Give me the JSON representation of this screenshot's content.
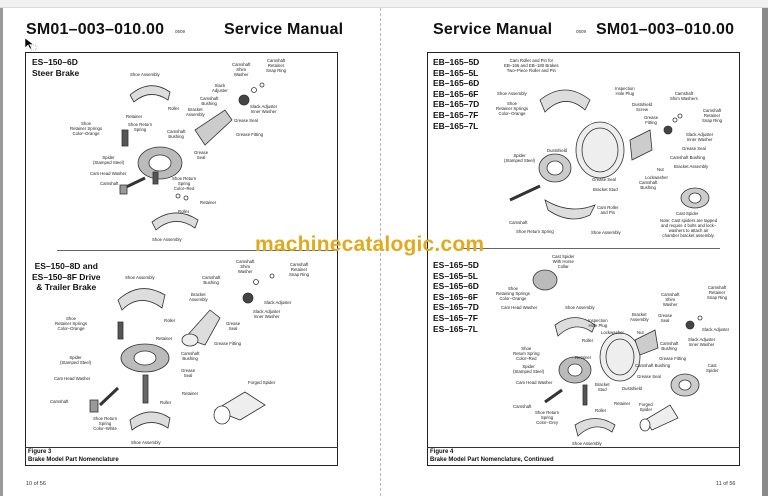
{
  "left_page": {
    "doc_number": "SM01–003–010.00",
    "revision": "0509",
    "title": "Service Manual",
    "figure_top": {
      "models": "ES–150–6D\nSteer Brake",
      "labels": [
        "Shoe Assembly",
        "Camshaft\nShim\nWasher",
        "Camshaft\nRetainer\nSnap Ring",
        "Slack\nAdjuster",
        "Camshaft\nBushing",
        "Bracket\nAssembly",
        "Roller",
        "Retainer",
        "Slack Adjuster\nInner Washer",
        "Grease Seal",
        "Shoe\nRetainer Springs\nColor–Orange",
        "Shoe Return\nSpring",
        "Camshaft\nBushing",
        "Grease Fitting",
        "Grease\nSeal",
        "Spider\n(Stamped Steel)",
        "Cam Head Washer",
        "Camshaft",
        "Shoe Return\nSpring\nColor–Red",
        "Retainer",
        "Roller",
        "Shoe Assembly"
      ]
    },
    "figure_bottom": {
      "models": "ES–150–8D and\nES–150–8F Drive\n& Trailer Brake",
      "labels": [
        "Shoe Assembly",
        "Camshaft\nShim\nWasher",
        "Camshaft\nRetainer\nSnap Ring",
        "Camshaft\nBushing",
        "Bracket\nAssembly",
        "Slack Adjuster",
        "Slack Adjuster\nInner Washer",
        "Shoe\nRetainer Springs\nColor–Orange",
        "Roller",
        "Grease\nSeal",
        "Retainer",
        "Grease Fitting",
        "Camshaft\nBushing",
        "Spider\n(Stamped Steel)",
        "Grease\nSeal",
        "Cam Head Washer",
        "Forged Spider",
        "Retainer",
        "Camshaft",
        "Roller",
        "Shoe Return\nSpring\nColor–White",
        "Shoe Assembly"
      ]
    },
    "caption_number": "Figure 3",
    "caption_title": "Brake Model Part Nomenclature",
    "page_number": "10 of 56"
  },
  "right_page": {
    "title": "Service Manual",
    "revision": "0509",
    "doc_number": "SM01–003–010.00",
    "figure_top": {
      "models": "EB–165–5D\nEB–165–5L\nEB–165–6D\nEB–165–6F\nEB–165–7D\nEB–165–7F\nEB–165–7L",
      "labels": [
        "Cam Roller and Pin for\nEB–166 and EB–180 Brakes\nTwo–Piece Roller and Pin",
        "Shoe Assembly",
        "Inspection\nHole Plug",
        "Camshaft\nShim Washers",
        "Shoe\nRetainer Springs\nColor–Orange",
        "Dustshield\nScrew",
        "Camshaft\nRetainer\nSnap Ring",
        "Grease\nFitting",
        "Slack Adjuster\nInner Washer",
        "Dustshield",
        "Grease Seal",
        "Spider\n(Stamped Steel)",
        "Camshaft Bushing",
        "Bracket Assembly",
        "Nut",
        "Lockwasher",
        "Grease Seal",
        "Camshaft\nBushing",
        "Bracket Stud",
        "Cast Spider",
        "Cam Roller\nand Pin",
        "Camshaft",
        "Shoe Return Spring",
        "Shoe Assembly"
      ],
      "note": "Note: Cast spiders are tapped\nand require 4 bolts and lock–\nwashers to attach air\nchamber bracket assembly."
    },
    "figure_bottom": {
      "models": "ES–165–5D\nES–165–5L\nES–165–6D\nES–165–6F\nES–165–7D\nES–165–7F\nES–165–7L",
      "labels": [
        "Cast Spider\nWith Horse\nCollar",
        "Shoe\nRetaining Springs\nColor–Orange",
        "Camshaft\nRetainer\nSnap Ring",
        "Cam Head Washer",
        "Shoe Assembly",
        "Camshaft\nShim\nWasher",
        "Bracket\nAssembly",
        "Grease\nSeal",
        "Inspection\nHole Plug",
        "Lockwasher",
        "Nut",
        "Slack Adjuster",
        "Camshaft\nBushing",
        "Slack Adjuster\nInner Washer",
        "Roller",
        "Shoe\nReturn Spring\nColor–Red",
        "Retainer",
        "Grease Fitting",
        "Camshaft Bushing",
        "Spider\n(Stamped Steel)",
        "Cast\nSpider",
        "Grease Seal",
        "Cam Head Washer",
        "Bracket\nStud",
        "Dustshield",
        "Camshaft",
        "Retainer",
        "Forged\nSpider",
        "Roller",
        "Shoe Return\nSpring\nColor–Grey",
        "Shoe Assembly"
      ]
    },
    "caption_number": "Figure 4",
    "caption_title": "Brake Model Part Nomenclature, Continued",
    "page_number": "11 of 56"
  },
  "watermark": "machinecatalogic.com",
  "colors": {
    "watermark": "#e2a91c",
    "border": "#222222"
  }
}
